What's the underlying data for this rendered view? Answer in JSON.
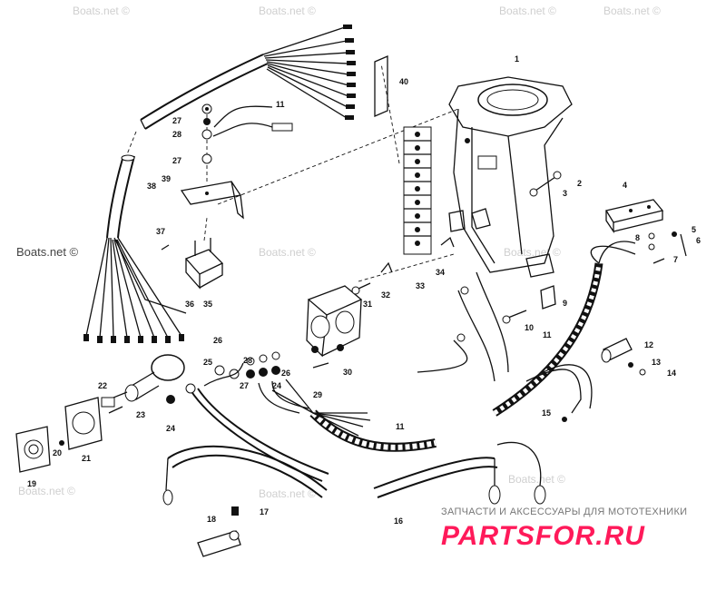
{
  "watermarks": [
    "Boats.net ©",
    "Boats.net ©",
    "Boats.net ©",
    "Boats.net ©",
    "Boats.net ©",
    "Boats.net ©",
    "Boats.net ©",
    "Boats.net ©",
    "Boats.net ©",
    "Boats.net ©"
  ],
  "callouts": [
    "1",
    "2",
    "3",
    "4",
    "5",
    "6",
    "7",
    "8",
    "9",
    "10",
    "11",
    "11",
    "11",
    "12",
    "13",
    "14",
    "15",
    "16",
    "17",
    "18",
    "19",
    "20",
    "21",
    "22",
    "23",
    "24",
    "24",
    "25",
    "26",
    "26",
    "27",
    "27",
    "27",
    "28",
    "28",
    "29",
    "30",
    "31",
    "32",
    "33",
    "34",
    "35",
    "36",
    "37",
    "38",
    "39",
    "40"
  ],
  "brand": {
    "tagline": "ЗАПЧАСТИ И АКСЕССУАРЫ ДЛЯ МОТОТЕХНИКИ",
    "name": "PARTSFOR.RU",
    "color": "#ff1a5a"
  }
}
